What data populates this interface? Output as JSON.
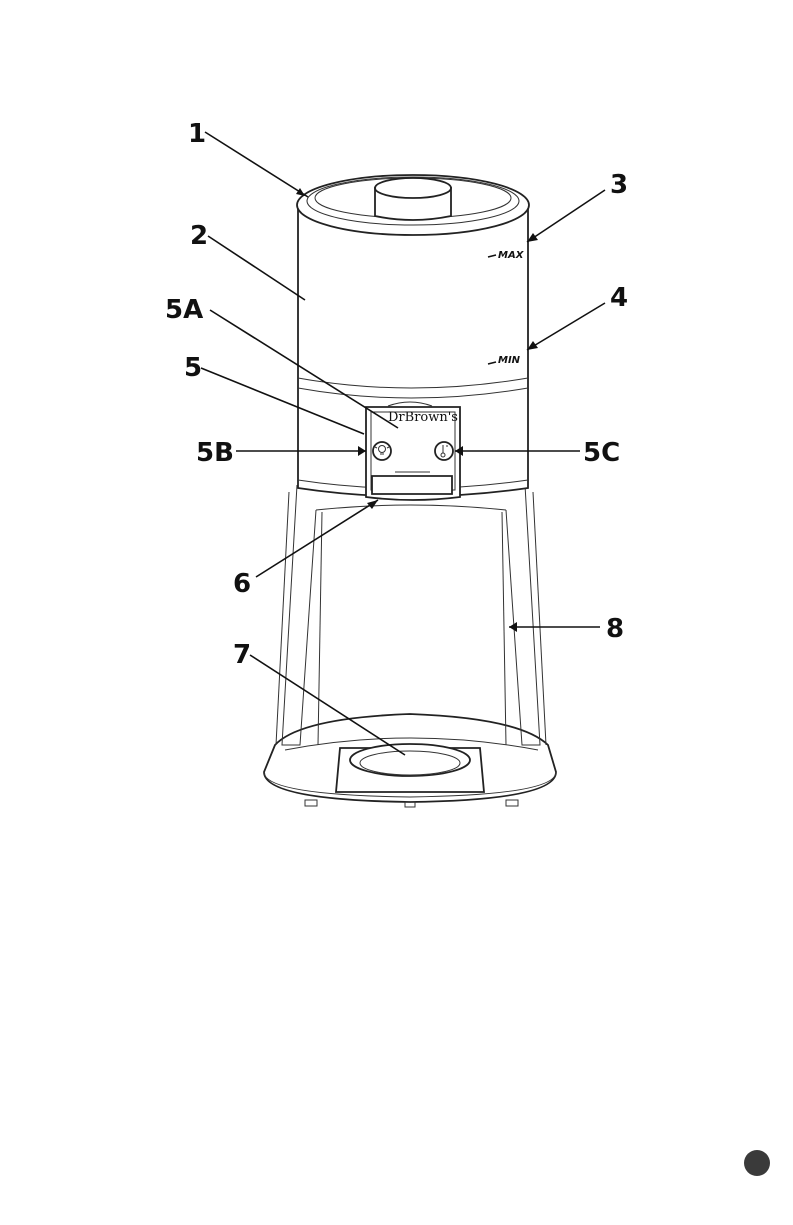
{
  "labels": {
    "lid": "1",
    "water_tank": "2",
    "max_mark_pointer": "3",
    "min_mark_pointer": "4",
    "control_panel": "5",
    "control_panel_a": "5A",
    "control_panel_b": "5B",
    "control_panel_c": "5C",
    "dispenser_spout": "6",
    "bottle_plate": "7",
    "side_frame": "8"
  },
  "tank_marks": {
    "max": "MAX",
    "min": "MIN"
  },
  "brand": "DrBrown's",
  "icons": {
    "light": "lightbulb-icon",
    "temperature": "thermometer-icon"
  },
  "colors": {
    "ink": "#111111",
    "page_dot": "#3a3a3a"
  }
}
